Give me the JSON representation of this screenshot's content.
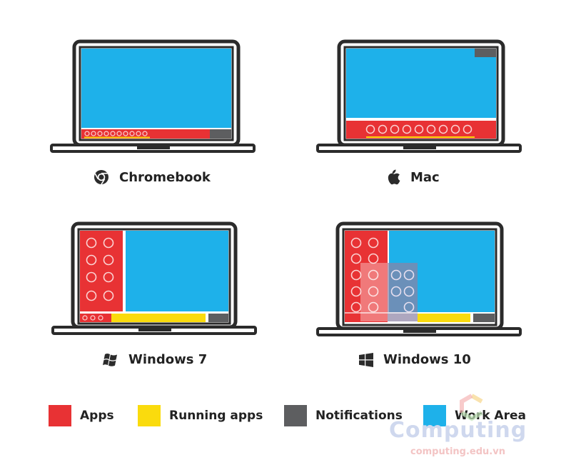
{
  "devices": [
    {
      "key": "chromebook",
      "label": "Chromebook",
      "icon": "chrome-icon"
    },
    {
      "key": "mac",
      "label": "Mac",
      "icon": "apple-icon"
    },
    {
      "key": "windows7",
      "label": "Windows 7",
      "icon": "windows7-icon"
    },
    {
      "key": "windows10",
      "label": "Windows 10",
      "icon": "windows10-icon"
    }
  ],
  "legend": [
    {
      "label": "Apps",
      "color": "#e83234"
    },
    {
      "label": "Running apps",
      "color": "#fadb0d"
    },
    {
      "label": "Notifications",
      "color": "#5d5e60"
    },
    {
      "label": "Work Area",
      "color": "#1eb1ea"
    }
  ],
  "colors": {
    "outline": "#2b2b2b",
    "apps": "#e83234",
    "running": "#fadb0d",
    "notifications": "#5d5e60",
    "work_area": "#1eb1ea"
  },
  "watermark": {
    "word": "Computing",
    "url": "computing.edu.vn"
  }
}
